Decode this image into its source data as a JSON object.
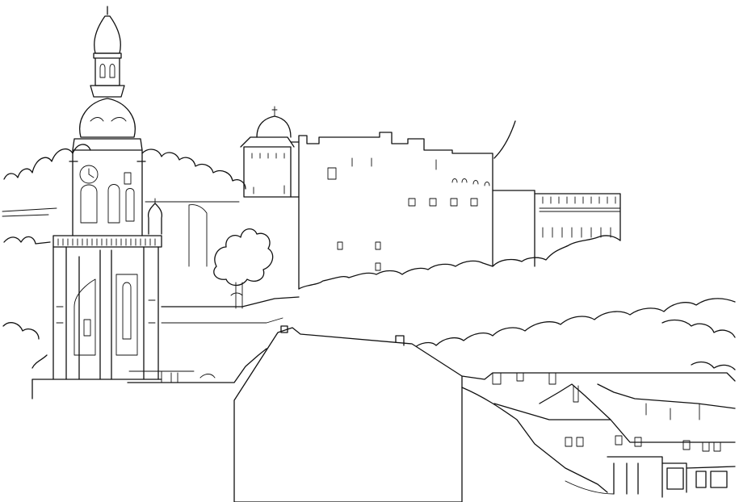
{
  "scene": {
    "kind": "line-drawing",
    "subject": "castle-on-hill-townscape",
    "ink_color": "#111111",
    "paper_color": "#ffffff"
  },
  "icons": {
    "church_tower": "onion-dome-tower",
    "fortress": "hilltop-castle",
    "clock": "clock-face"
  }
}
